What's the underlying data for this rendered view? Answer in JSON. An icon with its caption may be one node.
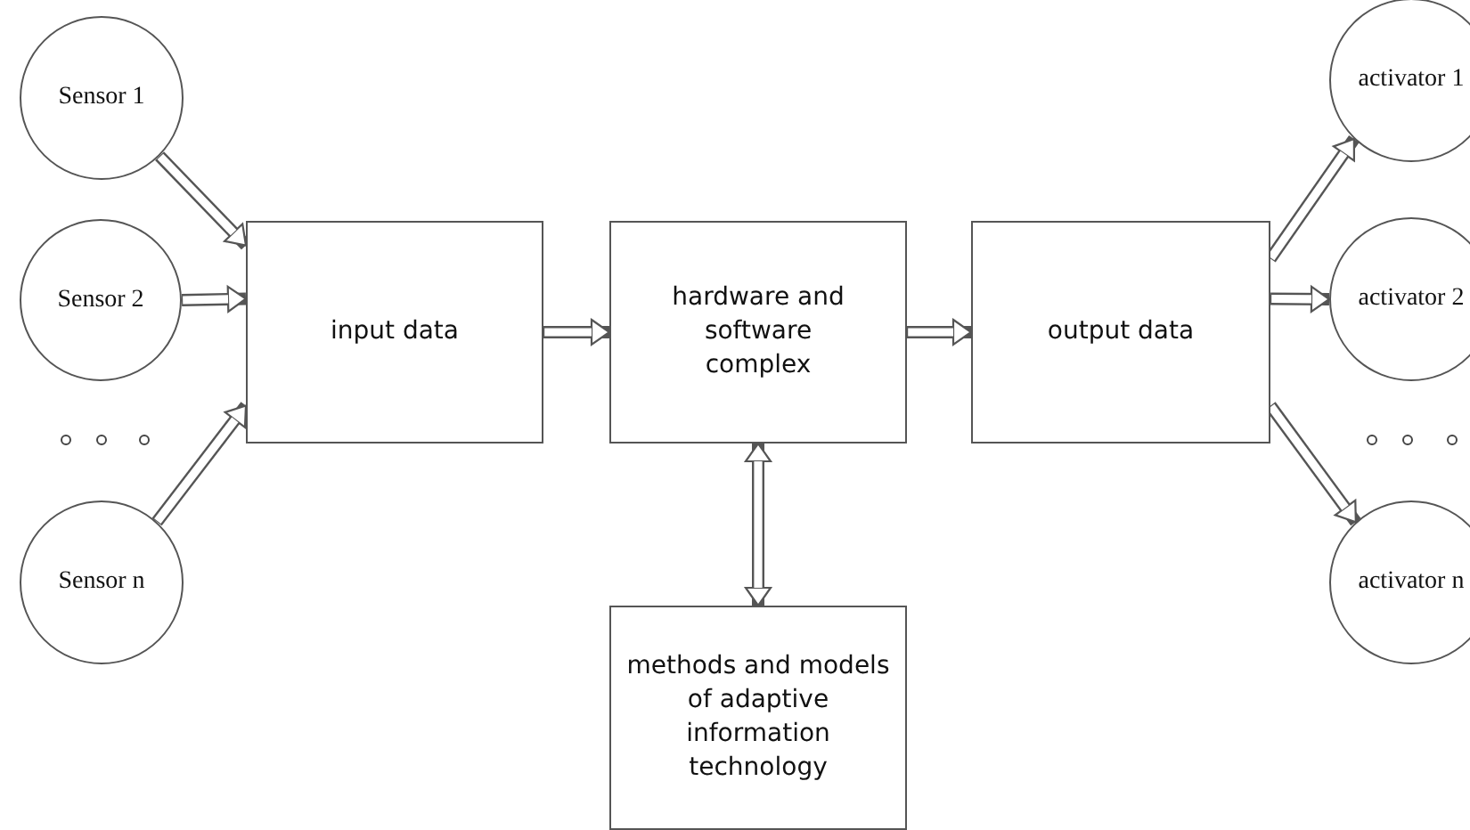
{
  "diagram": {
    "nodes": [
      {
        "text": [
          "Sensor 1"
        ]
      },
      {
        "text": [
          "Sensor 2"
        ]
      },
      {
        "text": [
          "Sensor n"
        ]
      },
      {
        "text": [
          "input data"
        ]
      },
      {
        "text": [
          "hardware and software complex"
        ]
      },
      {
        "text": [
          "output data"
        ]
      },
      {
        "text": [
          "methods and models of adaptive information technology"
        ]
      },
      {
        "text": [
          "activator 1"
        ]
      },
      {
        "text": [
          "activator 2"
        ]
      },
      {
        "text": [
          "activator n"
        ]
      }
    ],
    "edges": [
      {
        "from": 0,
        "to": 3,
        "arrow": "to"
      },
      {
        "from": 1,
        "to": 3,
        "arrow": "to"
      },
      {
        "from": 2,
        "to": 3,
        "arrow": "to"
      },
      {
        "from": 3,
        "to": 4,
        "arrow": "to"
      },
      {
        "from": 4,
        "to": 5,
        "arrow": "to"
      },
      {
        "from": 4,
        "to": 6,
        "arrow": "both"
      },
      {
        "from": 5,
        "to": 7,
        "arrow": "to"
      },
      {
        "from": 5,
        "to": 8,
        "arrow": "to"
      },
      {
        "from": 5,
        "to": 9,
        "arrow": "to"
      }
    ]
  }
}
